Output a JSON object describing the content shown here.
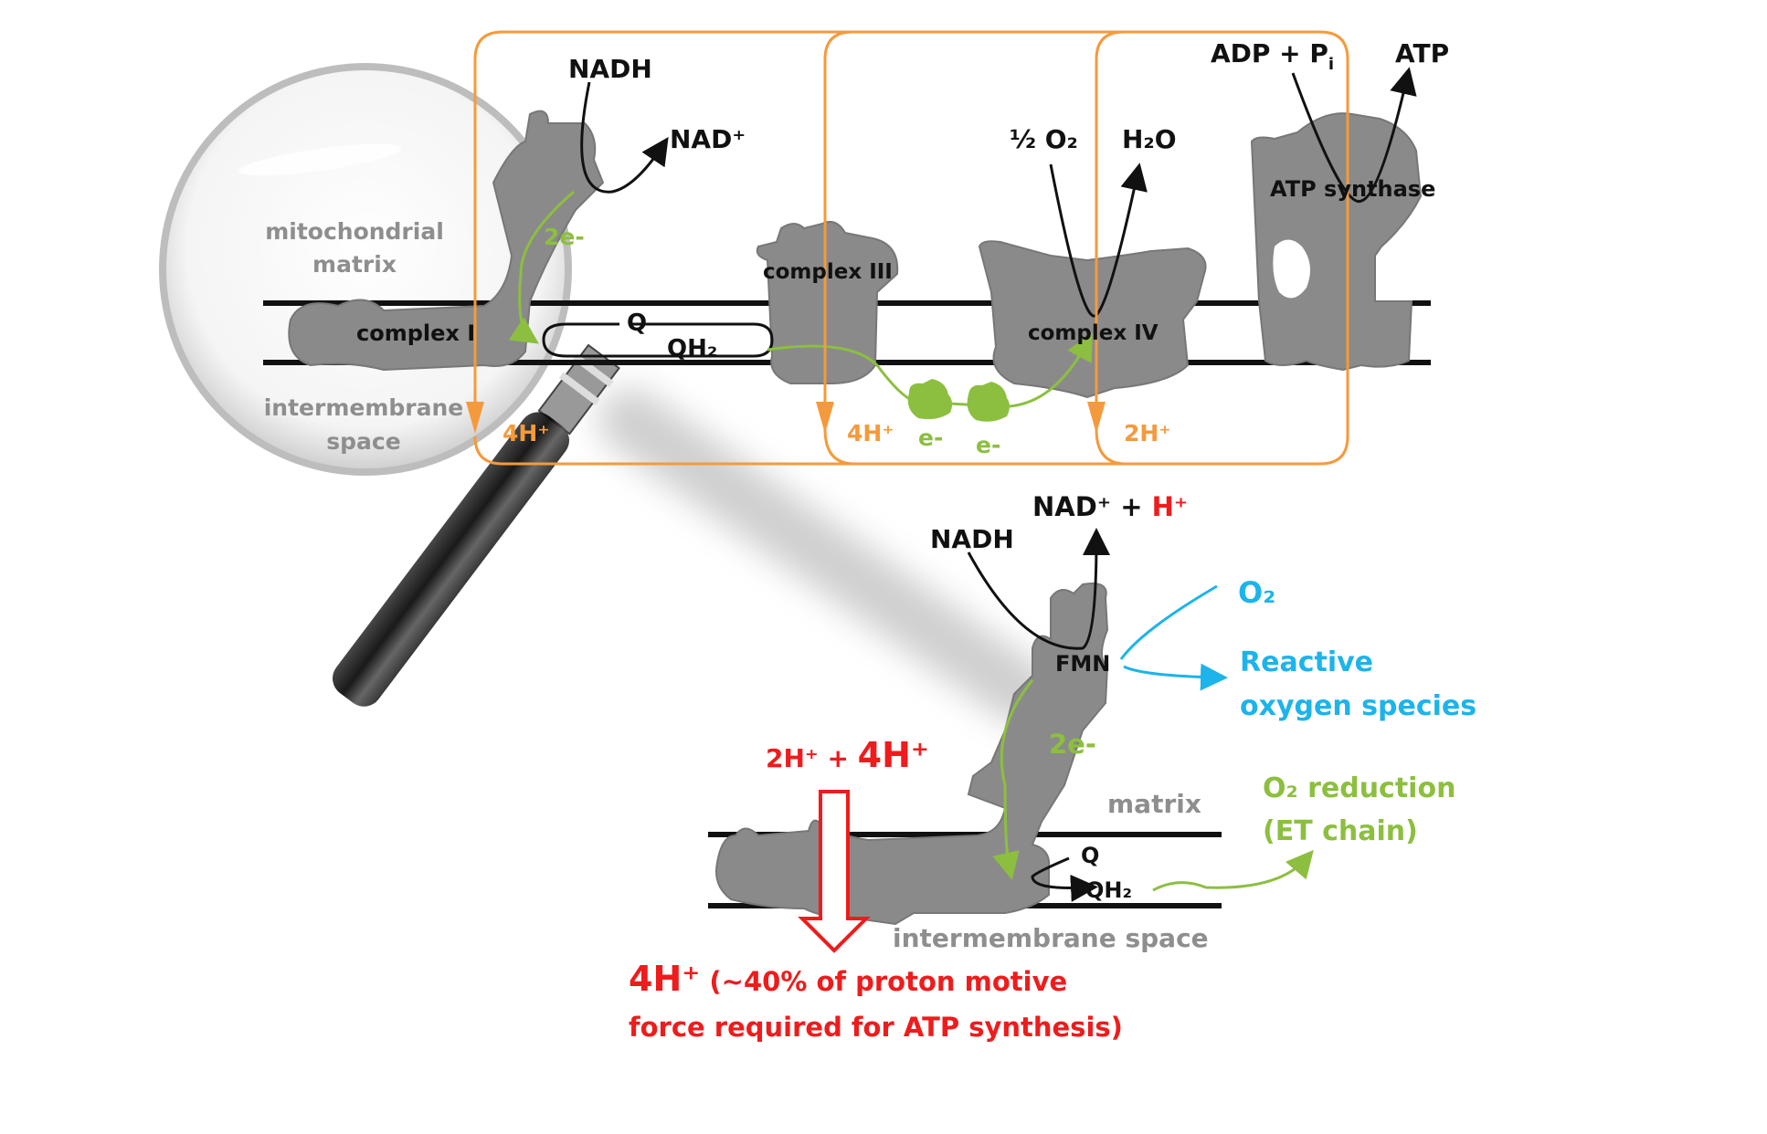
{
  "figure": {
    "overview": {
      "region_labels": {
        "matrix_line1": "mitochondrial",
        "matrix_line2": "matrix",
        "ims_line1": "intermembrane",
        "ims_line2": "space"
      },
      "complexes": {
        "complex_i": "complex I",
        "complex_iii": "complex III",
        "complex_iv": "complex IV",
        "atp_synthase": "ATP synthase"
      },
      "reactions": {
        "nadh": "NADH",
        "nad_plus": "NAD⁺",
        "half_o2": "½ O₂",
        "h2o": "H₂O",
        "adp_pi": "ADP + P",
        "adp_pi_sub": "i",
        "atp": "ATP"
      },
      "quinone": {
        "q": "Q",
        "qh2": "QH₂"
      },
      "electrons": {
        "two_e": "2e-",
        "e1": "e-",
        "e2": "e-"
      },
      "protons": {
        "complex_i": "4H⁺",
        "complex_iii": "4H⁺",
        "complex_iv": "2H⁺"
      }
    },
    "detail": {
      "nadh": "NADH",
      "nad_plus_h": "NAD⁺ + ",
      "h_plus": "H⁺",
      "fmn": "FMN",
      "o2": "O₂",
      "ros_line1": "Reactive",
      "ros_line2": "oxygen species",
      "two_e": "2e-",
      "matrix": "matrix",
      "ims": "intermembrane space",
      "q": "Q",
      "qh2": "QH₂",
      "o2_reduction_line1": "O₂ reduction",
      "o2_reduction_line2": "(ET chain)",
      "proton_input_small": "2H⁺ + ",
      "proton_input_big": "4H⁺",
      "proton_output_big": "4H⁺",
      "proton_output_line1": " (~40% of proton motive",
      "proton_output_line2": "force required for ATP synthesis)"
    },
    "colors": {
      "proton_pumping": "#f59a3c",
      "electron_flow": "#8cbf3f",
      "ros": "#1cb4ea",
      "emphasis": "#ee1c1c",
      "protein": "#8a8a8a",
      "region_label": "#8e8e8e"
    }
  }
}
